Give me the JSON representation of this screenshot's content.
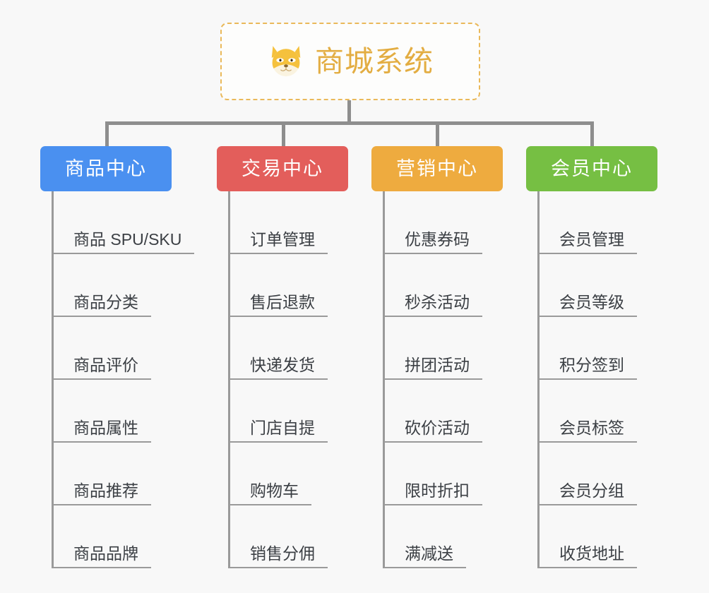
{
  "page": {
    "background_color": "#f8f8f8",
    "type": "mind-map"
  },
  "root": {
    "title": "商城系统",
    "icon": "shiba-dog-face-icon",
    "text_color": "#e3ad42",
    "border_color": "#eab95a",
    "border_style": "dashed"
  },
  "connector": {
    "color": "#8e8e8e"
  },
  "categories": [
    {
      "label": "商品中心",
      "color": "#4a90f0",
      "items": [
        "商品 SPU/SKU",
        "商品分类",
        "商品评价",
        "商品属性",
        "商品推荐",
        "商品品牌"
      ]
    },
    {
      "label": "交易中心",
      "color": "#e35e5b",
      "items": [
        "订单管理",
        "售后退款",
        "快递发货",
        "门店自提",
        "购物车",
        "销售分佣"
      ]
    },
    {
      "label": "营销中心",
      "color": "#eeab3f",
      "items": [
        "优惠券码",
        "秒杀活动",
        "拼团活动",
        "砍价活动",
        "限时折扣",
        "满减送"
      ]
    },
    {
      "label": "会员中心",
      "color": "#76bf43",
      "items": [
        "会员管理",
        "会员等级",
        "积分签到",
        "会员标签",
        "会员分组",
        "收货地址"
      ]
    }
  ]
}
